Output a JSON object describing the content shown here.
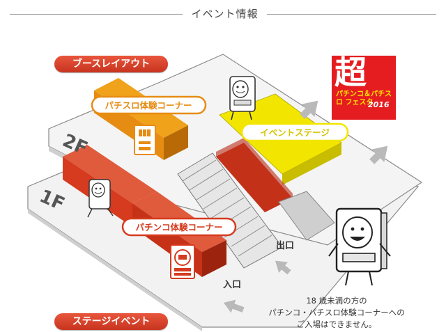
{
  "header": {
    "title": "イベント情報"
  },
  "pills": {
    "booth_layout": "ブースレイアウト",
    "stage_event": "ステージイベント"
  },
  "map": {
    "floor2": "2F",
    "floor1": "1F",
    "pachislot": "パチスロ体験コーナー",
    "pachinko": "パチンコ体験コーナー",
    "stage": "イベントステージ",
    "exit": "出口",
    "entrance": "入口"
  },
  "note": {
    "lines": [
      "18 歳未満の方の",
      "パチンコ・パチスロ体験コーナーへの",
      "ご入場はできません。"
    ]
  },
  "logo": {
    "main": "超",
    "sub": "パチンコ＆パチスロ フェスタ",
    "year": "2016"
  },
  "colors": {
    "accent": "#d8402a",
    "stage": "#f2e600",
    "pachislot": "#e78c13",
    "pachinko": "#d63a1f",
    "logo": "#e51d20"
  }
}
